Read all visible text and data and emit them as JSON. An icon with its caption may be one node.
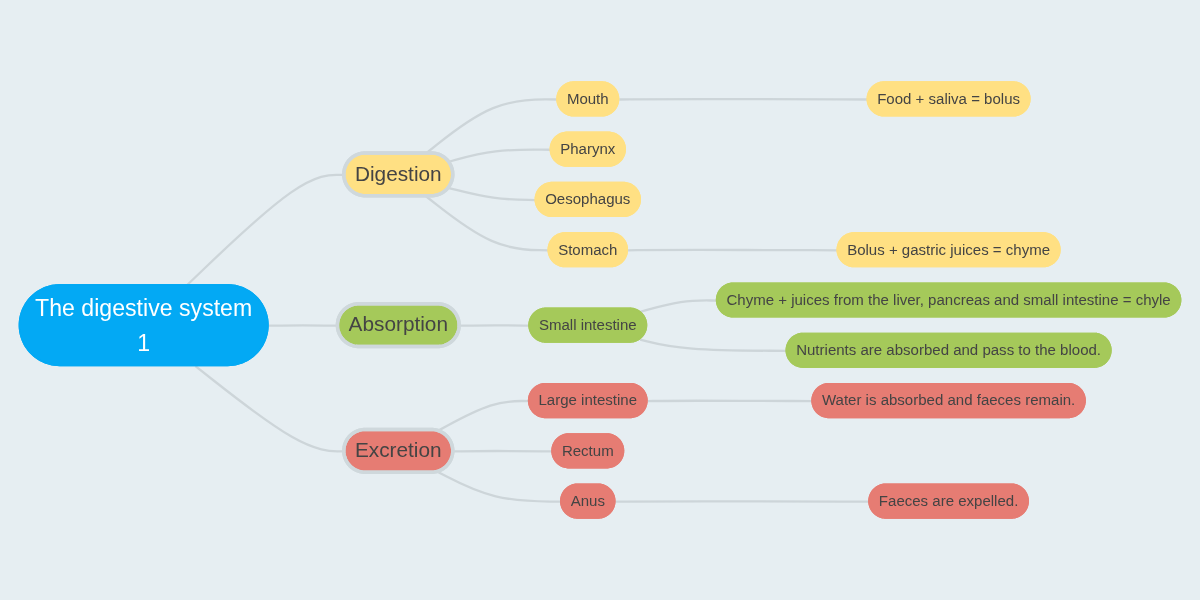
{
  "diagram": {
    "nodes": [
      {
        "text": [
          "The digestive system",
          "1"
        ]
      },
      {
        "text": [
          "Digestion"
        ]
      },
      {
        "text": [
          "Mouth"
        ]
      },
      {
        "text": [
          "Food + saliva = bolus"
        ]
      },
      {
        "text": [
          "Pharynx"
        ]
      },
      {
        "text": [
          "Oesophagus"
        ]
      },
      {
        "text": [
          "Stomach"
        ]
      },
      {
        "text": [
          "Bolus + gastric juices = chyme"
        ]
      },
      {
        "text": [
          "Absorption"
        ]
      },
      {
        "text": [
          "Small intestine"
        ]
      },
      {
        "text": [
          "Chyme + juices from the liver, pancreas and small intestine = chyle"
        ]
      },
      {
        "text": [
          "Nutrients are absorbed and pass to the blood."
        ]
      },
      {
        "text": [
          "Excretion"
        ]
      },
      {
        "text": [
          "Large intestine"
        ]
      },
      {
        "text": [
          "Water is absorbed and faeces remain."
        ]
      },
      {
        "text": [
          "Rectum"
        ]
      },
      {
        "text": [
          "Anus"
        ]
      },
      {
        "text": [
          "Faeces are expelled."
        ]
      }
    ],
    "edges": [
      {
        "from": 0,
        "to": 1,
        "arrow": "none"
      },
      {
        "from": 1,
        "to": 2,
        "arrow": "none"
      },
      {
        "from": 2,
        "to": 3,
        "arrow": "none"
      },
      {
        "from": 1,
        "to": 4,
        "arrow": "none"
      },
      {
        "from": 1,
        "to": 5,
        "arrow": "none"
      },
      {
        "from": 1,
        "to": 6,
        "arrow": "none"
      },
      {
        "from": 6,
        "to": 7,
        "arrow": "none"
      },
      {
        "from": 0,
        "to": 8,
        "arrow": "none"
      },
      {
        "from": 8,
        "to": 9,
        "arrow": "none"
      },
      {
        "from": 9,
        "to": 10,
        "arrow": "none"
      },
      {
        "from": 9,
        "to": 11,
        "arrow": "none"
      },
      {
        "from": 0,
        "to": 12,
        "arrow": "none"
      },
      {
        "from": 12,
        "to": 13,
        "arrow": "none"
      },
      {
        "from": 13,
        "to": 14,
        "arrow": "none"
      },
      {
        "from": 12,
        "to": 15,
        "arrow": "none"
      },
      {
        "from": 12,
        "to": 16,
        "arrow": "none"
      },
      {
        "from": 16,
        "to": 17,
        "arrow": "none"
      }
    ]
  }
}
